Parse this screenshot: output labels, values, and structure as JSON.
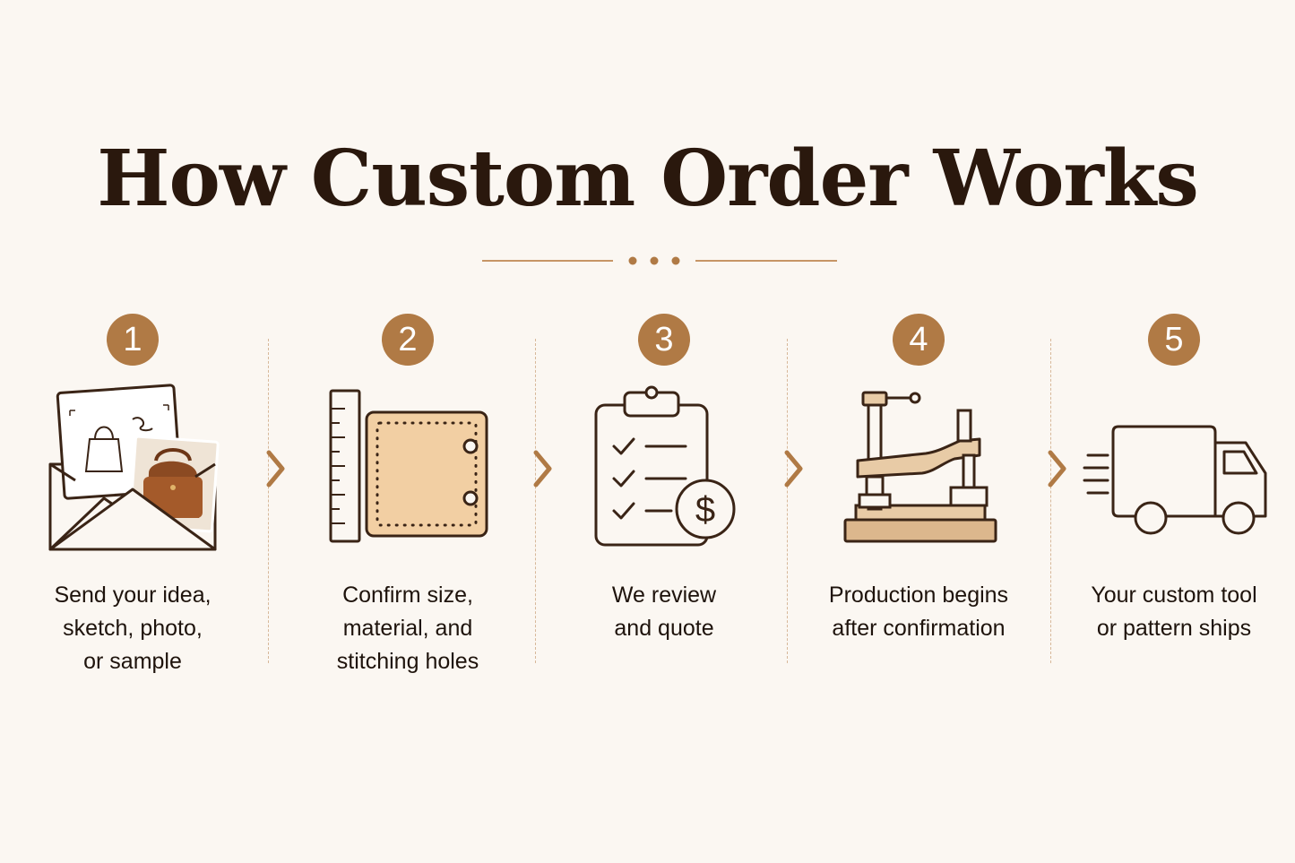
{
  "title": "How Custom Order Works",
  "colors": {
    "accent": "#b07a45",
    "ink": "#3a2416",
    "leather": "#f2cfa3",
    "background": "#fbf7f2"
  },
  "steps": [
    {
      "number": "1",
      "icon": "envelope-with-sketch-and-photo-icon",
      "label": "Send your idea,\nsketch, photo,\nor sample"
    },
    {
      "number": "2",
      "icon": "ruler-and-leather-piece-icon",
      "label": "Confirm size,\nmaterial, and\nstitching holes"
    },
    {
      "number": "3",
      "icon": "clipboard-checklist-dollar-icon",
      "label": "We review\nand quote"
    },
    {
      "number": "4",
      "icon": "press-machine-icon",
      "label": "Production begins\nafter confirmation"
    },
    {
      "number": "5",
      "icon": "delivery-truck-icon",
      "label": "Your custom tool\nor pattern ships"
    }
  ]
}
